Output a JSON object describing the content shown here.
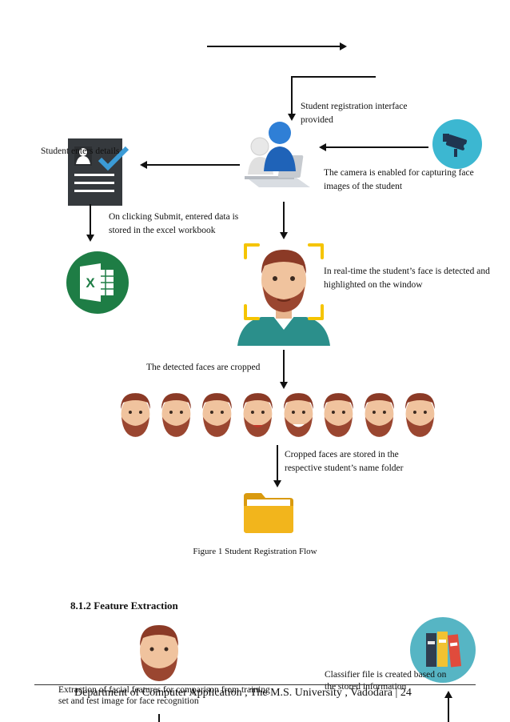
{
  "flow": {
    "interface_label": "Student registration interface provided",
    "enters_details_label": "Student enters details",
    "camera_label": "The camera is enabled for capturing face images of the student",
    "submit_label": "On clicking Submit, entered data is stored in the excel workbook",
    "realtime_label": "In real-time the student’s face is detected and highlighted on the window",
    "cropped_label": "The detected faces are cropped",
    "stored_label": "Cropped faces are stored in the respective student’s name folder",
    "excel_letter": "X"
  },
  "figure": {
    "caption": "Figure 1 Student Registration Flow"
  },
  "section": {
    "heading": "8.1.2 Feature Extraction",
    "extraction_label": "Extraction of facial features for comparison from training set and test image for face recognition",
    "classifier_label": "Classifier file is created based on the stored information"
  },
  "footer": {
    "text": "Department of Computer Application , The M.S. University , Vadodara",
    "page_number": "24"
  },
  "colors": {
    "excel_green": "#1e7d45",
    "camera_teal": "#3cb7d1",
    "folder_yellow": "#f2b51c",
    "books_circle": "#56b5c4",
    "corner_yellow": "#f5c400"
  }
}
